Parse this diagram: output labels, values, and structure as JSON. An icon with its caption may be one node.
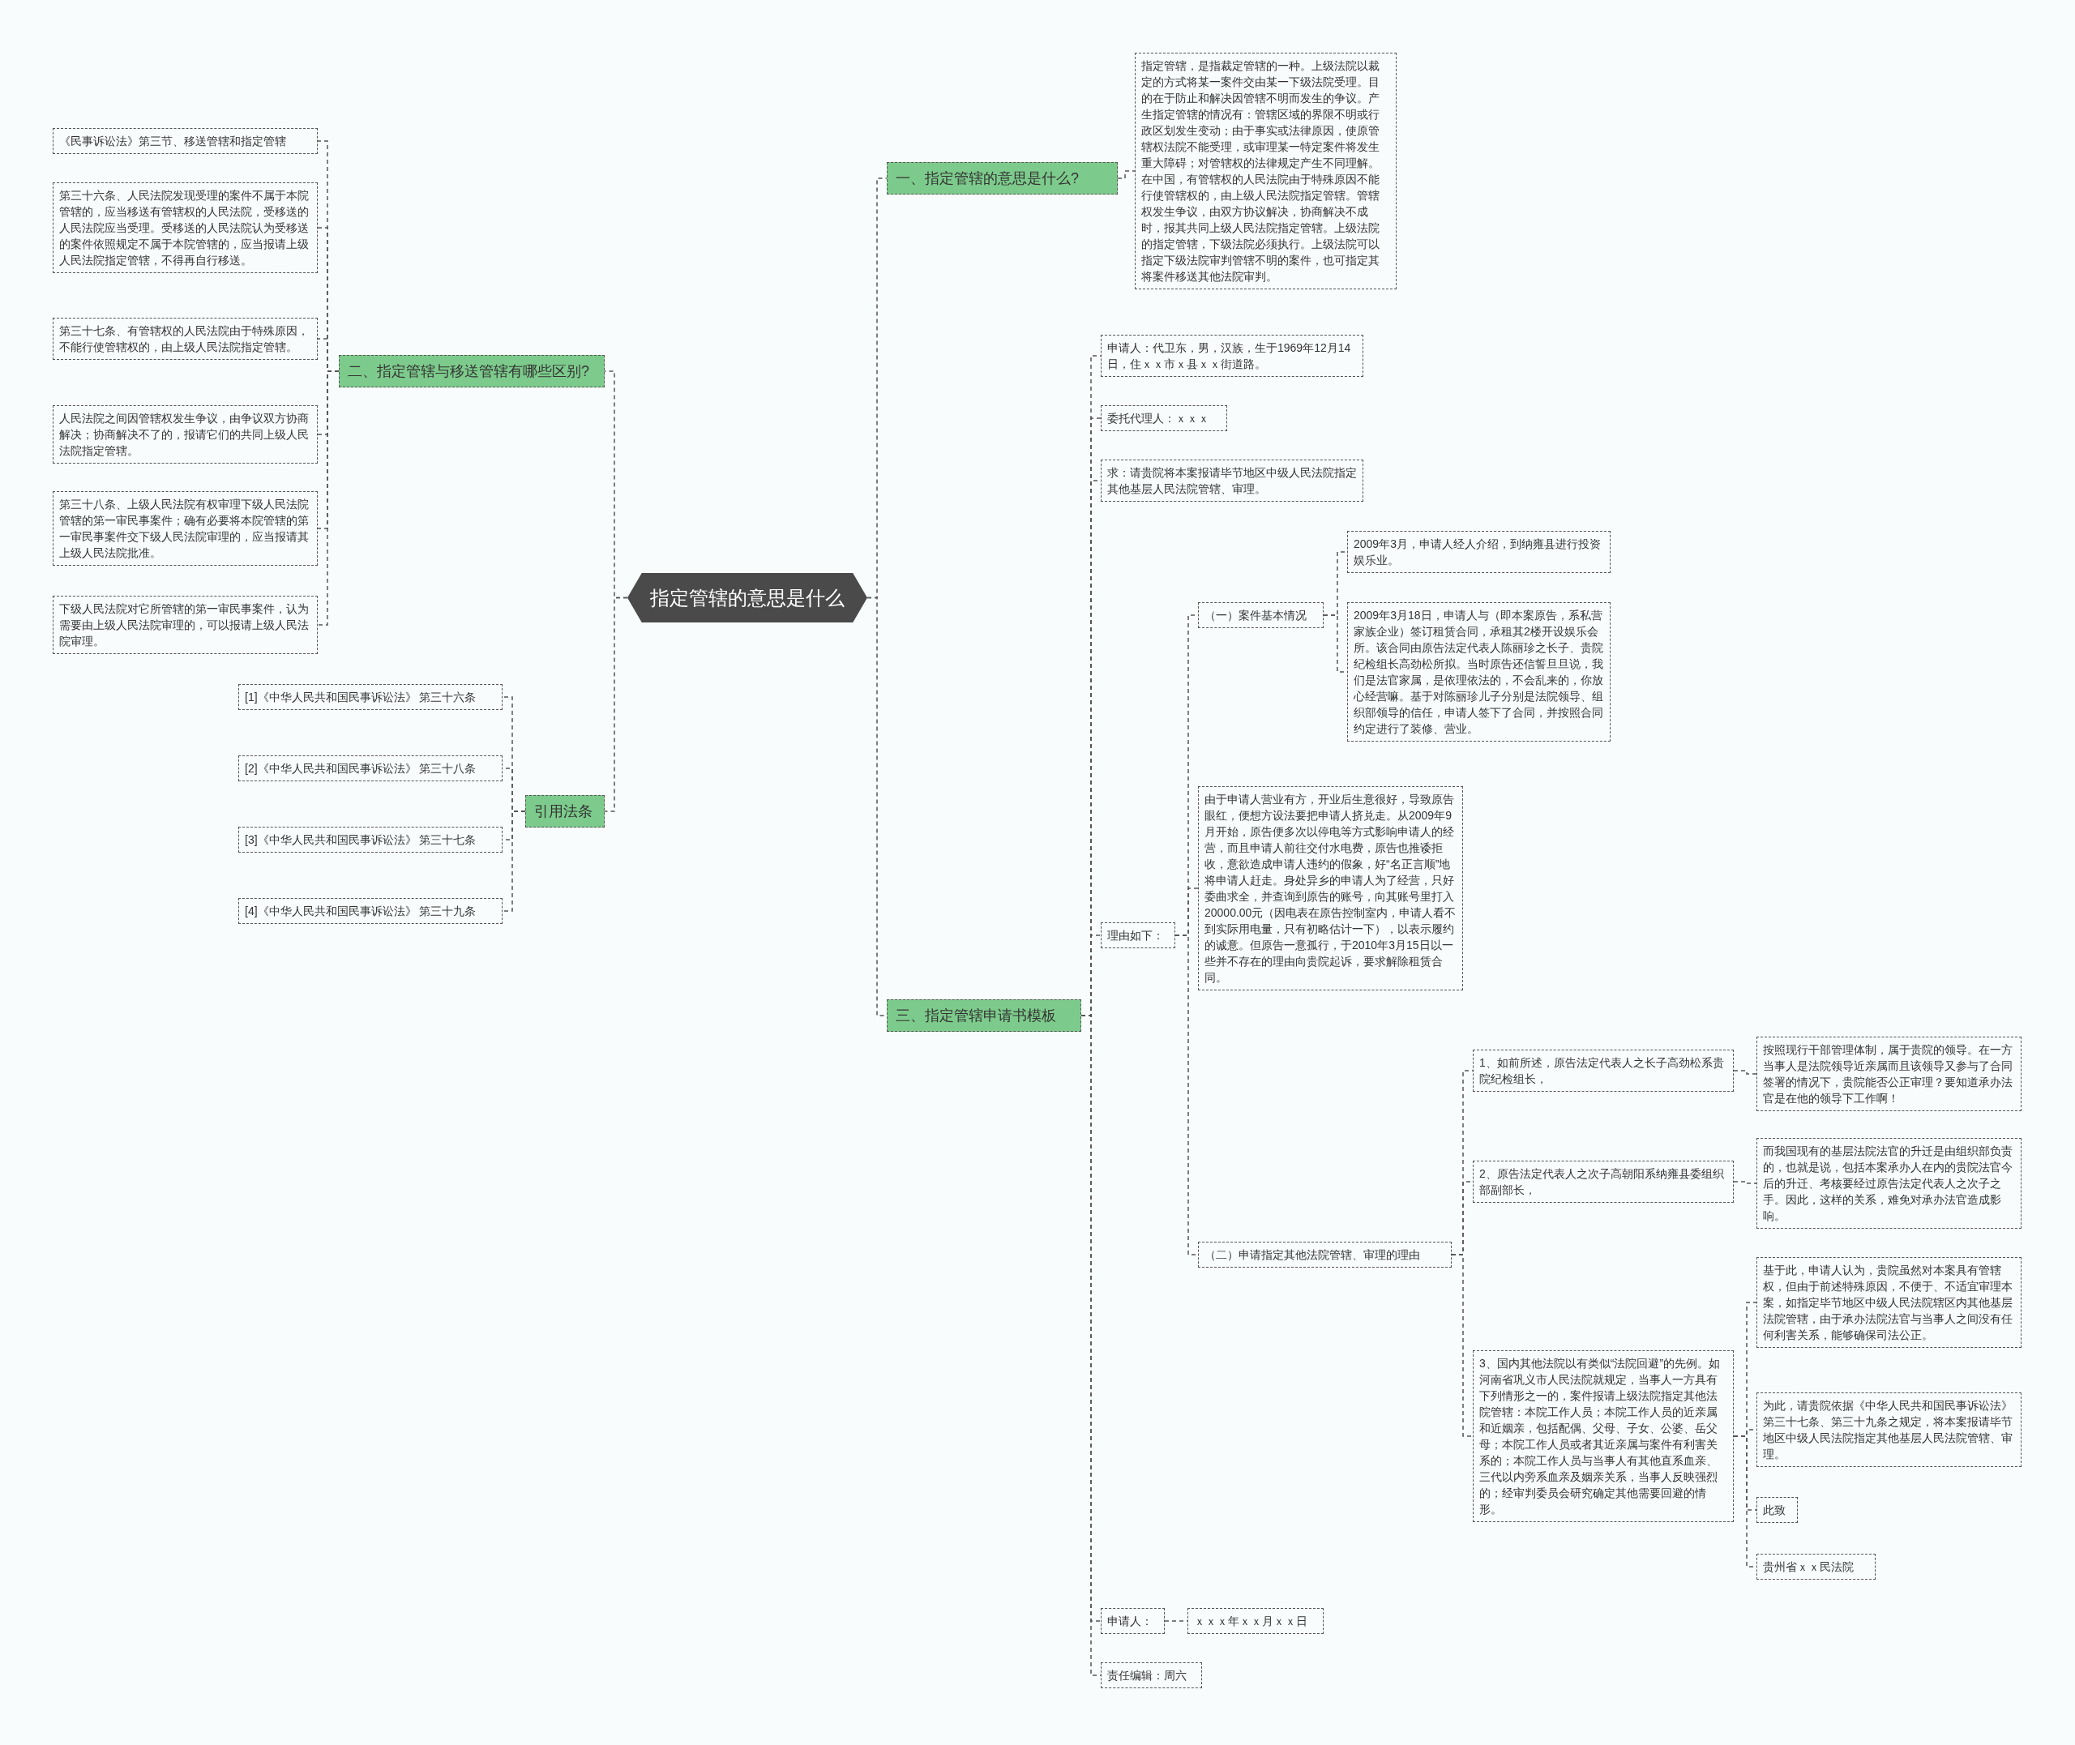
{
  "diagram": {
    "nodes": [
      {
        "text": [
          "指定管辖的意思是什么"
        ]
      },
      {
        "text": [
          "一、指定管辖的意思是什么?"
        ]
      },
      {
        "text": [
          "指定管辖，是指裁定管辖的一种。上级法院以裁定的方式将某一案件交由某一下级法院受理。目的在于防止和解决因管辖不明而发生的争议。产生指定管辖的情况有：管辖区域的界限不明或行政区划发生变动；由于事实或法律原因，使原管辖权法院不能受理，或审理某一特定案件将发生重大障碍；对管辖权的法律规定产生不同理解。在中国，有管辖权的人民法院由于特殊原因不能行使管辖权的，由上级人民法院指定管辖。管辖权发生争议，由双方协议解决，协商解决不成时，报其共同上级人民法院指定管辖。上级法院的指定管辖，下级法院必须执行。上级法院可以指定下级法院审判管辖不明的案件，也可指定其将案件移送其他法院审判。"
        ]
      },
      {
        "text": [
          "三、指定管辖申请书模板"
        ]
      },
      {
        "text": [
          "申请人：代卫东，男，汉族，生于1969年12月14日，住ｘｘ市ｘ县ｘｘ街道路。"
        ]
      },
      {
        "text": [
          "委托代理人：ｘｘｘ"
        ]
      },
      {
        "text": [
          "求：请贵院将本案报请毕节地区中级人民法院指定其他基层人民法院管辖、审理。"
        ]
      },
      {
        "text": [
          "理由如下："
        ]
      },
      {
        "text": [
          "（一）案件基本情况"
        ]
      },
      {
        "text": [
          "2009年3月，申请人经人介绍，到纳雍县进行投资娱乐业。"
        ]
      },
      {
        "text": [
          "2009年3月18日，申请人与（即本案原告，系私营家族企业）签订租赁合同，承租其2楼开设娱乐会所。该合同由原告法定代表人陈丽珍之长子、贵院纪检组长高劲松所拟。当时原告还信誓旦旦说，我们是法官家属，是依理依法的，不会乱来的，你放心经营嘛。基于对陈丽珍儿子分别是法院领导、组织部领导的信任，申请人签下了合同，并按照合同约定进行了装修、营业。"
        ]
      },
      {
        "text": [
          "由于申请人营业有方，开业后生意很好，导致原告眼红，便想方设法要把申请人挤兑走。从2009年9月开始，原告便多次以停电等方式影响申请人的经营，而且申请人前往交付水电费，原告也推诿拒收，意欲造成申请人违约的假象，好“名正言顺”地将申请人赶走。身处异乡的申请人为了经营，只好委曲求全，并查询到原告的账号，向其账号里打入20000.00元（因电表在原告控制室内，申请人看不到实际用电量，只有初略估计一下），以表示履约的诚意。但原告一意孤行，于2010年3月15日以一些并不存在的理由向贵院起诉，要求解除租赁合同。"
        ]
      },
      {
        "text": [
          "（二）申请指定其他法院管辖、审理的理由"
        ]
      },
      {
        "text": [
          "1、如前所述，原告法定代表人之长子高劲松系贵院纪检组长，"
        ]
      },
      {
        "text": [
          "按照现行干部管理体制，属于贵院的领导。在一方当事人是法院领导近亲属而且该领导又参与了合同签署的情况下，贵院能否公正审理？要知道承办法官是在他的领导下工作啊！"
        ]
      },
      {
        "text": [
          "2、原告法定代表人之次子高朝阳系纳雍县委组织部副部长，"
        ]
      },
      {
        "text": [
          "而我国现有的基层法院法官的升迁是由组织部负责的，也就是说，包括本案承办人在内的贵院法官今后的升迁、考核要经过原告法定代表人之次子之手。因此，这样的关系，难免对承办法官造成影响。"
        ]
      },
      {
        "text": [
          "3、国内其他法院以有类似“法院回避”的先例。如河南省巩义市人民法院就规定，当事人一方具有下列情形之一的，案件报请上级法院指定其他法院管辖：本院工作人员；本院工作人员的近亲属和近姻亲，包括配偶、父母、子女、公婆、岳父母；本院工作人员或者其近亲属与案件有利害关系的；本院工作人员与当事人有其他直系血亲、三代以内旁系血亲及姻亲关系，当事人反映强烈的；经审判委员会研究确定其他需要回避的情形。"
        ]
      },
      {
        "text": [
          "基于此，申请人认为，贵院虽然对本案具有管辖权，但由于前述特殊原因，不便于、不适宜审理本案，如指定毕节地区中级人民法院辖区内其他基层法院管辖，由于承办法院法官与当事人之间没有任何利害关系，能够确保司法公正。"
        ]
      },
      {
        "text": [
          "为此，请贵院依据《中华人民共和国民事诉讼法》第三十七条、第三十九条之规定，将本案报请毕节地区中级人民法院指定其他基层人民法院管辖、审理。"
        ]
      },
      {
        "text": [
          "此致"
        ]
      },
      {
        "text": [
          "贵州省ｘｘ民法院"
        ]
      },
      {
        "text": [
          "申请人："
        ]
      },
      {
        "text": [
          "ｘｘｘ年ｘｘ月ｘｘ日"
        ]
      },
      {
        "text": [
          "责任编辑：周六"
        ]
      },
      {
        "text": [
          "二、指定管辖与移送管辖有哪些区别?"
        ]
      },
      {
        "text": [
          "《民事诉讼法》第三节、移送管辖和指定管辖"
        ]
      },
      {
        "text": [
          "第三十六条、人民法院发现受理的案件不属于本院管辖的，应当移送有管辖权的人民法院，受移送的人民法院应当受理。受移送的人民法院认为受移送的案件依照规定不属于本院管辖的，应当报请上级人民法院指定管辖，不得再自行移送。"
        ]
      },
      {
        "text": [
          "第三十七条、有管辖权的人民法院由于特殊原因，不能行使管辖权的，由上级人民法院指定管辖。"
        ]
      },
      {
        "text": [
          "人民法院之间因管辖权发生争议，由争议双方协商解决；协商解决不了的，报请它们的共同上级人民法院指定管辖。"
        ]
      },
      {
        "text": [
          "第三十八条、上级人民法院有权审理下级人民法院管辖的第一审民事案件；确有必要将本院管辖的第一审民事案件交下级人民法院审理的，应当报请其上级人民法院批准。"
        ]
      },
      {
        "text": [
          "下级人民法院对它所管辖的第一审民事案件，认为需要由上级人民法院审理的，可以报请上级人民法院审理。"
        ]
      },
      {
        "text": [
          "引用法条"
        ]
      },
      {
        "text": [
          "[1]《中华人民共和国民事诉讼法》 第三十六条"
        ]
      },
      {
        "text": [
          "[2]《中华人民共和国民事诉讼法》 第三十八条"
        ]
      },
      {
        "text": [
          "[3]《中华人民共和国民事诉讼法》 第三十七条"
        ]
      },
      {
        "text": [
          "[4]《中华人民共和国民事诉讼法》 第三十九条"
        ]
      }
    ],
    "edges": [
      {
        "from": 0,
        "to": 1,
        "arrow": "none",
        "style": "dashed"
      },
      {
        "from": 1,
        "to": 2,
        "arrow": "none",
        "style": "dashed"
      },
      {
        "from": 0,
        "to": 3,
        "arrow": "none",
        "style": "dashed"
      },
      {
        "from": 3,
        "to": 4,
        "arrow": "none",
        "style": "dashed"
      },
      {
        "from": 3,
        "to": 5,
        "arrow": "none",
        "style": "dashed"
      },
      {
        "from": 3,
        "to": 6,
        "arrow": "none",
        "style": "dashed"
      },
      {
        "from": 3,
        "to": 7,
        "arrow": "none",
        "style": "dashed"
      },
      {
        "from": 7,
        "to": 8,
        "arrow": "none",
        "style": "dashed"
      },
      {
        "from": 8,
        "to": 9,
        "arrow": "none",
        "style": "dashed"
      },
      {
        "from": 8,
        "to": 10,
        "arrow": "none",
        "style": "dashed"
      },
      {
        "from": 7,
        "to": 11,
        "arrow": "none",
        "style": "dashed"
      },
      {
        "from": 7,
        "to": 12,
        "arrow": "none",
        "style": "dashed"
      },
      {
        "from": 12,
        "to": 13,
        "arrow": "none",
        "style": "dashed"
      },
      {
        "from": 13,
        "to": 14,
        "arrow": "none",
        "style": "dashed"
      },
      {
        "from": 12,
        "to": 15,
        "arrow": "none",
        "style": "dashed"
      },
      {
        "from": 15,
        "to": 16,
        "arrow": "none",
        "style": "dashed"
      },
      {
        "from": 12,
        "to": 17,
        "arrow": "none",
        "style": "dashed"
      },
      {
        "from": 17,
        "to": 18,
        "arrow": "none",
        "style": "dashed"
      },
      {
        "from": 17,
        "to": 19,
        "arrow": "none",
        "style": "dashed"
      },
      {
        "from": 17,
        "to": 20,
        "arrow": "none",
        "style": "dashed"
      },
      {
        "from": 17,
        "to": 21,
        "arrow": "none",
        "style": "dashed"
      },
      {
        "from": 3,
        "to": 22,
        "arrow": "none",
        "style": "dashed"
      },
      {
        "from": 22,
        "to": 23,
        "arrow": "none",
        "style": "dashed"
      },
      {
        "from": 3,
        "to": 24,
        "arrow": "none",
        "style": "dashed"
      },
      {
        "from": 0,
        "to": 25,
        "arrow": "none",
        "style": "dashed"
      },
      {
        "from": 25,
        "to": 26,
        "arrow": "none",
        "style": "dashed"
      },
      {
        "from": 25,
        "to": 27,
        "arrow": "none",
        "style": "dashed"
      },
      {
        "from": 25,
        "to": 28,
        "arrow": "none",
        "style": "dashed"
      },
      {
        "from": 25,
        "to": 29,
        "arrow": "none",
        "style": "dashed"
      },
      {
        "from": 25,
        "to": 30,
        "arrow": "none",
        "style": "dashed"
      },
      {
        "from": 25,
        "to": 31,
        "arrow": "none",
        "style": "dashed"
      },
      {
        "from": 0,
        "to": 32,
        "arrow": "none",
        "style": "dashed"
      },
      {
        "from": 32,
        "to": 33,
        "arrow": "none",
        "style": "dashed"
      },
      {
        "from": 32,
        "to": 34,
        "arrow": "none",
        "style": "dashed"
      },
      {
        "from": 32,
        "to": 35,
        "arrow": "none",
        "style": "dashed"
      },
      {
        "from": 32,
        "to": 36,
        "arrow": "none",
        "style": "dashed"
      }
    ]
  }
}
